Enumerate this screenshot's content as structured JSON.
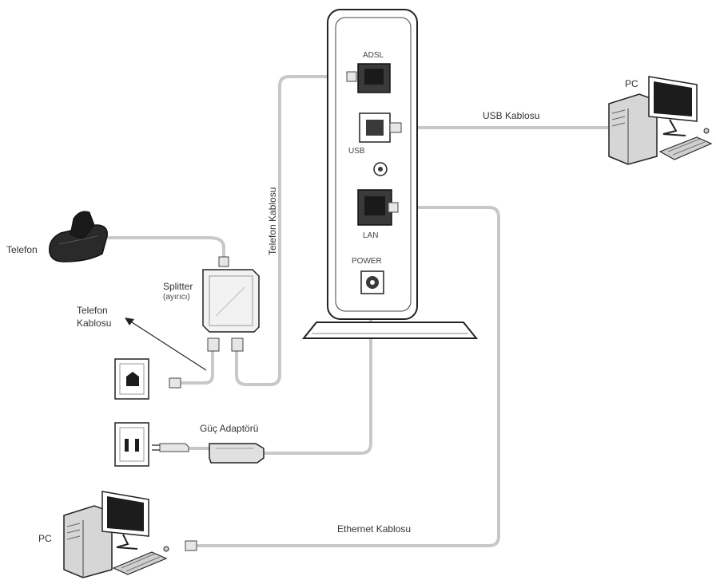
{
  "labels": {
    "adsl": "ADSL",
    "usb": "USB",
    "lan": "LAN",
    "power": "POWER",
    "pc_top": "PC",
    "pc_bottom": "PC",
    "telefon": "Telefon",
    "splitter_line1": "Splitter",
    "splitter_line2": "(ayırıcı)",
    "telefon_kablosu_line1": "Telefon",
    "telefon_kablosu_line2": "Kablosu",
    "telefon_kablosu_vertical": "Telefon Kablosu",
    "usb_kablosu": "USB Kablosu",
    "guc_adaptoru": "Güç Adaptörü",
    "ethernet_kablosu": "Ethernet Kablosu"
  },
  "colors": {
    "cable": "#c8c8c8",
    "outline": "#222222",
    "device_fill": "#ffffff",
    "port_fill": "#3a3a3a",
    "screen_fill": "#1c1c1c",
    "pc_case_fill": "#d6d6d6"
  }
}
